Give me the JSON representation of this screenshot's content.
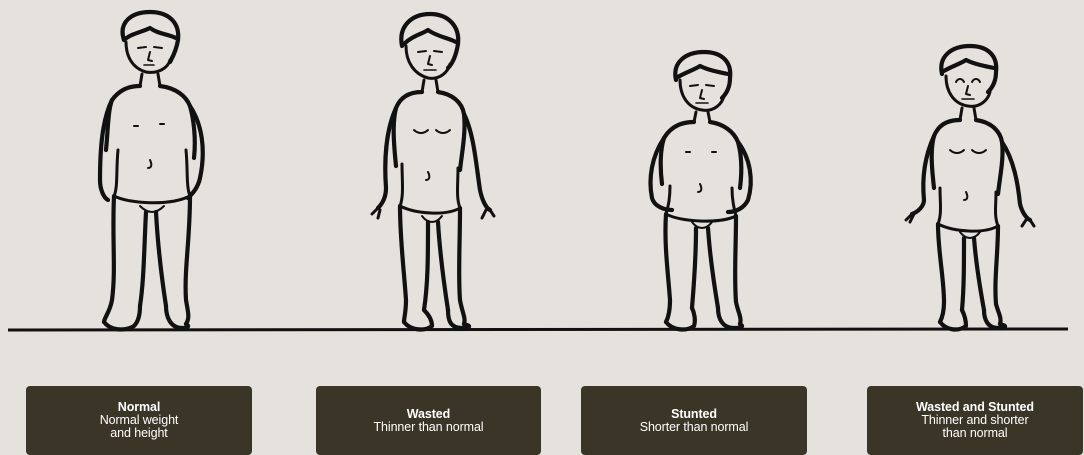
{
  "categories": [
    {
      "id": "normal",
      "title": "Normal",
      "description": "Normal weight\nand height"
    },
    {
      "id": "wasted",
      "title": "Wasted",
      "description": "Thinner than normal"
    },
    {
      "id": "stunted",
      "title": "Stunted",
      "description": "Shorter than normal"
    },
    {
      "id": "wasted-and-stunted",
      "title": "Wasted and Stunted",
      "description": "Thinner and shorter\nthan normal"
    }
  ],
  "colors": {
    "background": "#e5e2dd",
    "label_box": "#3a3527",
    "label_text": "#ffffff",
    "ink": "#111111"
  }
}
